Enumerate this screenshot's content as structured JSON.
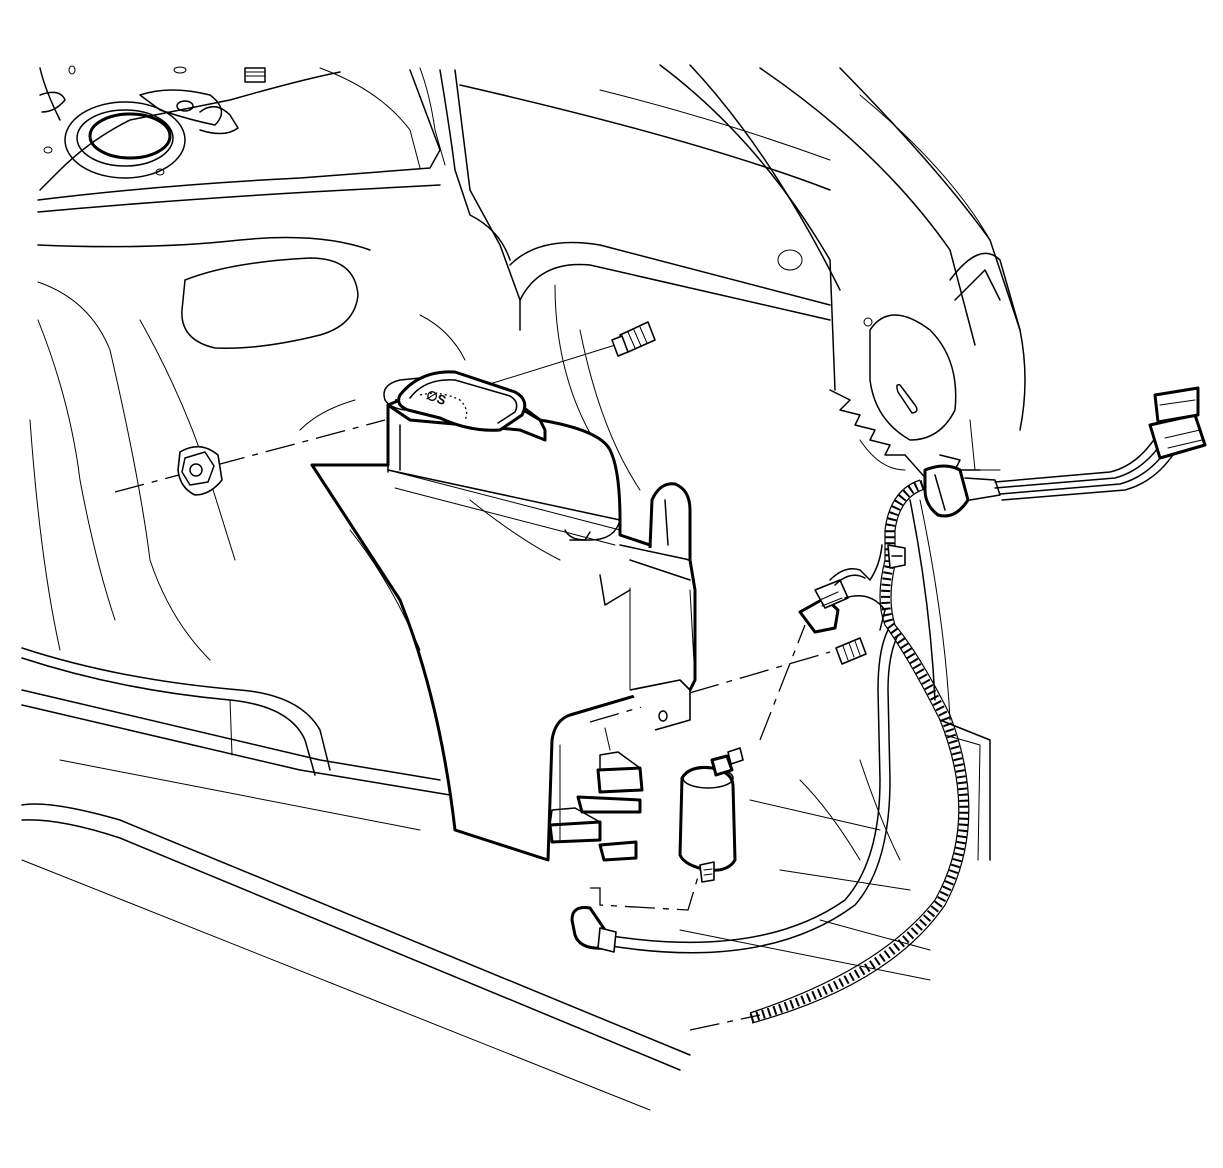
{
  "diagram": {
    "cap_marking": "∅S",
    "colors": {
      "line": "#000000",
      "background": "#ffffff"
    },
    "components": [
      {
        "id": "quarter-panel",
        "icon": "body-panel"
      },
      {
        "id": "washer-reservoir",
        "icon": "tank"
      },
      {
        "id": "reservoir-cap",
        "icon": "cap"
      },
      {
        "id": "mounting-stud-upper",
        "icon": "stud"
      },
      {
        "id": "mounting-nut",
        "icon": "nut"
      },
      {
        "id": "mounting-stud-lower",
        "icon": "stud"
      },
      {
        "id": "washer-pump",
        "icon": "pump"
      },
      {
        "id": "pump-electrical-connector",
        "icon": "connector"
      },
      {
        "id": "wiring-harness",
        "icon": "harness"
      },
      {
        "id": "harness-connector",
        "icon": "connector"
      },
      {
        "id": "washer-hose",
        "icon": "hose"
      }
    ]
  }
}
